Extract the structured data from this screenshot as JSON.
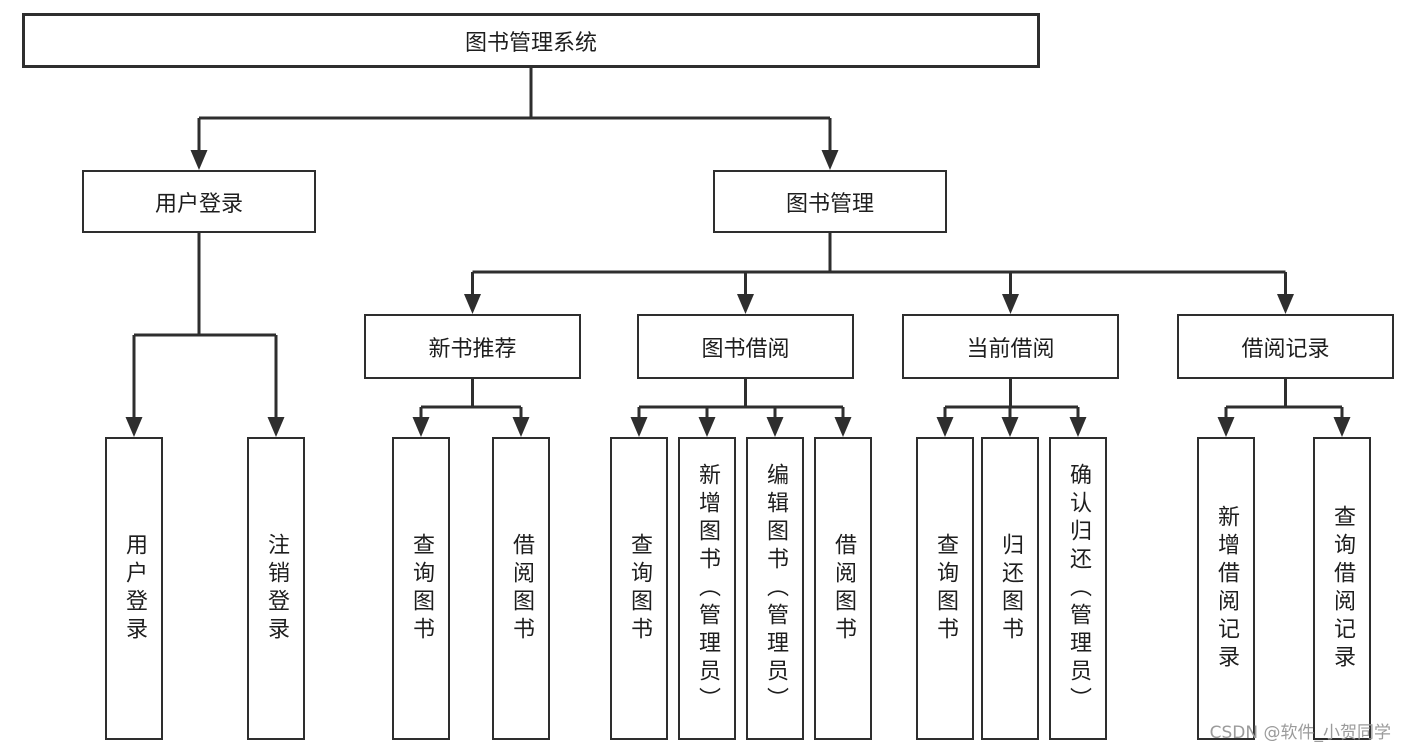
{
  "tree": {
    "label": "图书管理系统",
    "children": [
      {
        "label": "用户登录",
        "children": [
          {
            "label": "用户登录"
          },
          {
            "label": "注销登录"
          }
        ]
      },
      {
        "label": "图书管理",
        "children": [
          {
            "label": "新书推荐",
            "children": [
              {
                "label": "查询图书"
              },
              {
                "label": "借阅图书"
              }
            ]
          },
          {
            "label": "图书借阅",
            "children": [
              {
                "label": "查询图书"
              },
              {
                "label": "新增图书（管理员）"
              },
              {
                "label": "编辑图书（管理员）"
              },
              {
                "label": "借阅图书"
              }
            ]
          },
          {
            "label": "当前借阅",
            "children": [
              {
                "label": "查询图书"
              },
              {
                "label": "归还图书"
              },
              {
                "label": "确认归还（管理员）"
              }
            ]
          },
          {
            "label": "借阅记录",
            "children": [
              {
                "label": "新增借阅记录"
              },
              {
                "label": "查询借阅记录"
              }
            ]
          }
        ]
      }
    ]
  },
  "watermark": "CSDN @软件_小贺同学",
  "colors": {
    "line": "#2e2e2e",
    "text": "#1e1e1e",
    "watermark": "#9b9b9b",
    "background": "#ffffff"
  }
}
